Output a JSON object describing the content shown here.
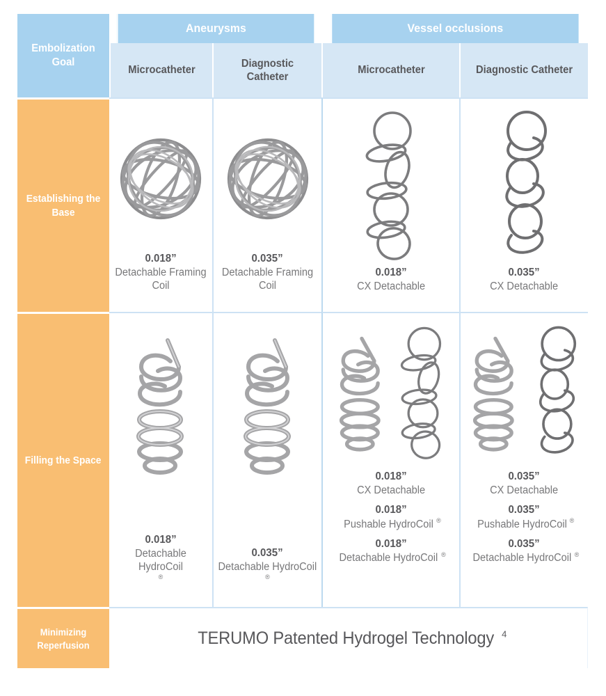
{
  "table": {
    "header": {
      "goal_label": "Embolization Goal",
      "groups": [
        {
          "label": "Aneurysms",
          "columns": [
            "Microcatheter",
            "Diagnostic Catheter"
          ]
        },
        {
          "label": "Vessel occlusions",
          "columns": [
            "Microcatheter",
            "Diagnostic Catheter"
          ]
        }
      ]
    },
    "rows": [
      {
        "label": "Establishing the Base",
        "cells": [
          {
            "icon": "framing-coil-sphere-icon",
            "products": [
              {
                "gauge": "0.018”",
                "name": "Detachable Framing Coil"
              }
            ]
          },
          {
            "icon": "framing-coil-sphere-icon",
            "products": [
              {
                "gauge": "0.035”",
                "name": "Detachable Framing Coil"
              }
            ]
          },
          {
            "icon": "cx-detachable-coil-icon",
            "products": [
              {
                "gauge": "0.018”",
                "name": "CX Detachable"
              }
            ]
          },
          {
            "icon": "cx-detachable-coil-icon",
            "products": [
              {
                "gauge": "0.035”",
                "name": "CX Detachable"
              }
            ]
          }
        ]
      },
      {
        "label": "Filling the Space",
        "cells": [
          {
            "icon": "hydrocoil-helix-icon",
            "products": [
              {
                "gauge": "0.018”",
                "name": "Detachable HydroCoil",
                "reg": true
              }
            ]
          },
          {
            "icon": "hydrocoil-helix-icon",
            "products": [
              {
                "gauge": "0.035”",
                "name": "Detachable HydroCoil",
                "reg": true
              }
            ]
          },
          {
            "icon": "hydrocoil-and-cx-coil-icon",
            "products": [
              {
                "gauge": "0.018”",
                "name": "CX Detachable"
              },
              {
                "gauge": "0.018”",
                "name": "Pushable HydroCoil",
                "reg": true
              },
              {
                "gauge": "0.018”",
                "name": "Detachable HydroCoil",
                "reg": true
              }
            ]
          },
          {
            "icon": "hydrocoil-and-cx-coil-icon",
            "products": [
              {
                "gauge": "0.035”",
                "name": "CX Detachable"
              },
              {
                "gauge": "0.035”",
                "name": "Pushable HydroCoil",
                "reg": true
              },
              {
                "gauge": "0.035”",
                "name": "Detachable HydroCoil",
                "reg": true
              }
            ]
          }
        ]
      },
      {
        "label": "Minimizing Reperfusion",
        "banner": {
          "text": "TERUMO Patented Hydrogel Technology",
          "footnote": "4"
        }
      }
    ]
  },
  "colors": {
    "header_blue": "#A7D2EF",
    "subheader_blue": "#D6E7F5",
    "row_label_orange": "#F9BE72",
    "grid_blue": "#CDE2F4",
    "text_dark": "#58585B",
    "text_gray": "#777779",
    "white": "#FFFFFF"
  }
}
